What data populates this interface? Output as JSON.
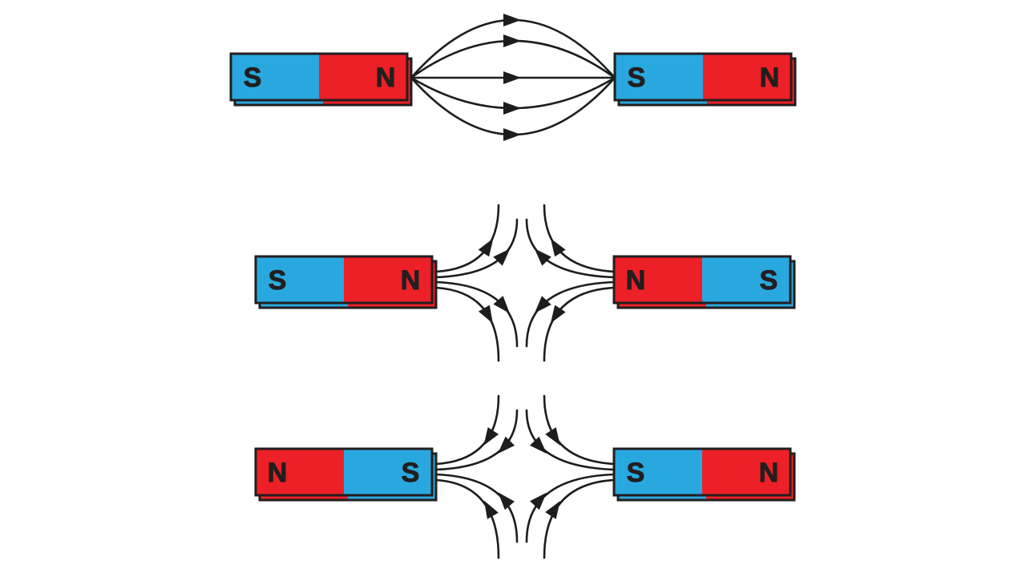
{
  "figure": {
    "kind": "magnetic-field-lines-diagram",
    "rows": [
      {
        "id": "top",
        "interaction": "attraction"
      },
      {
        "id": "middle",
        "interaction": "repulsion"
      },
      {
        "id": "bottom",
        "interaction": "repulsion"
      }
    ]
  },
  "colors": {
    "magnet_blue": "#29A8E0",
    "magnet_red": "#EC2026",
    "magnet_outline": "#221E1F",
    "field_line": "#1D1D1B",
    "pole_label": "#221E1F",
    "background": "#FFFFFF"
  },
  "diagrams": {
    "top": {
      "left_magnet": {
        "left_label": "S",
        "left_color": "#29A8E0",
        "right_label": "N",
        "right_color": "#EC2026"
      },
      "right_magnet": {
        "left_label": "S",
        "left_color": "#29A8E0",
        "right_label": "N",
        "right_color": "#EC2026"
      }
    },
    "middle": {
      "left_magnet": {
        "left_label": "S",
        "left_color": "#29A8E0",
        "right_label": "N",
        "right_color": "#EC2026"
      },
      "right_magnet": {
        "left_label": "N",
        "left_color": "#EC2026",
        "right_label": "S",
        "right_color": "#29A8E0"
      }
    },
    "bottom": {
      "left_magnet": {
        "left_label": "N",
        "left_color": "#EC2026",
        "right_label": "S",
        "right_color": "#29A8E0"
      },
      "right_magnet": {
        "left_label": "S",
        "left_color": "#29A8E0",
        "right_label": "N",
        "right_color": "#EC2026"
      }
    }
  }
}
